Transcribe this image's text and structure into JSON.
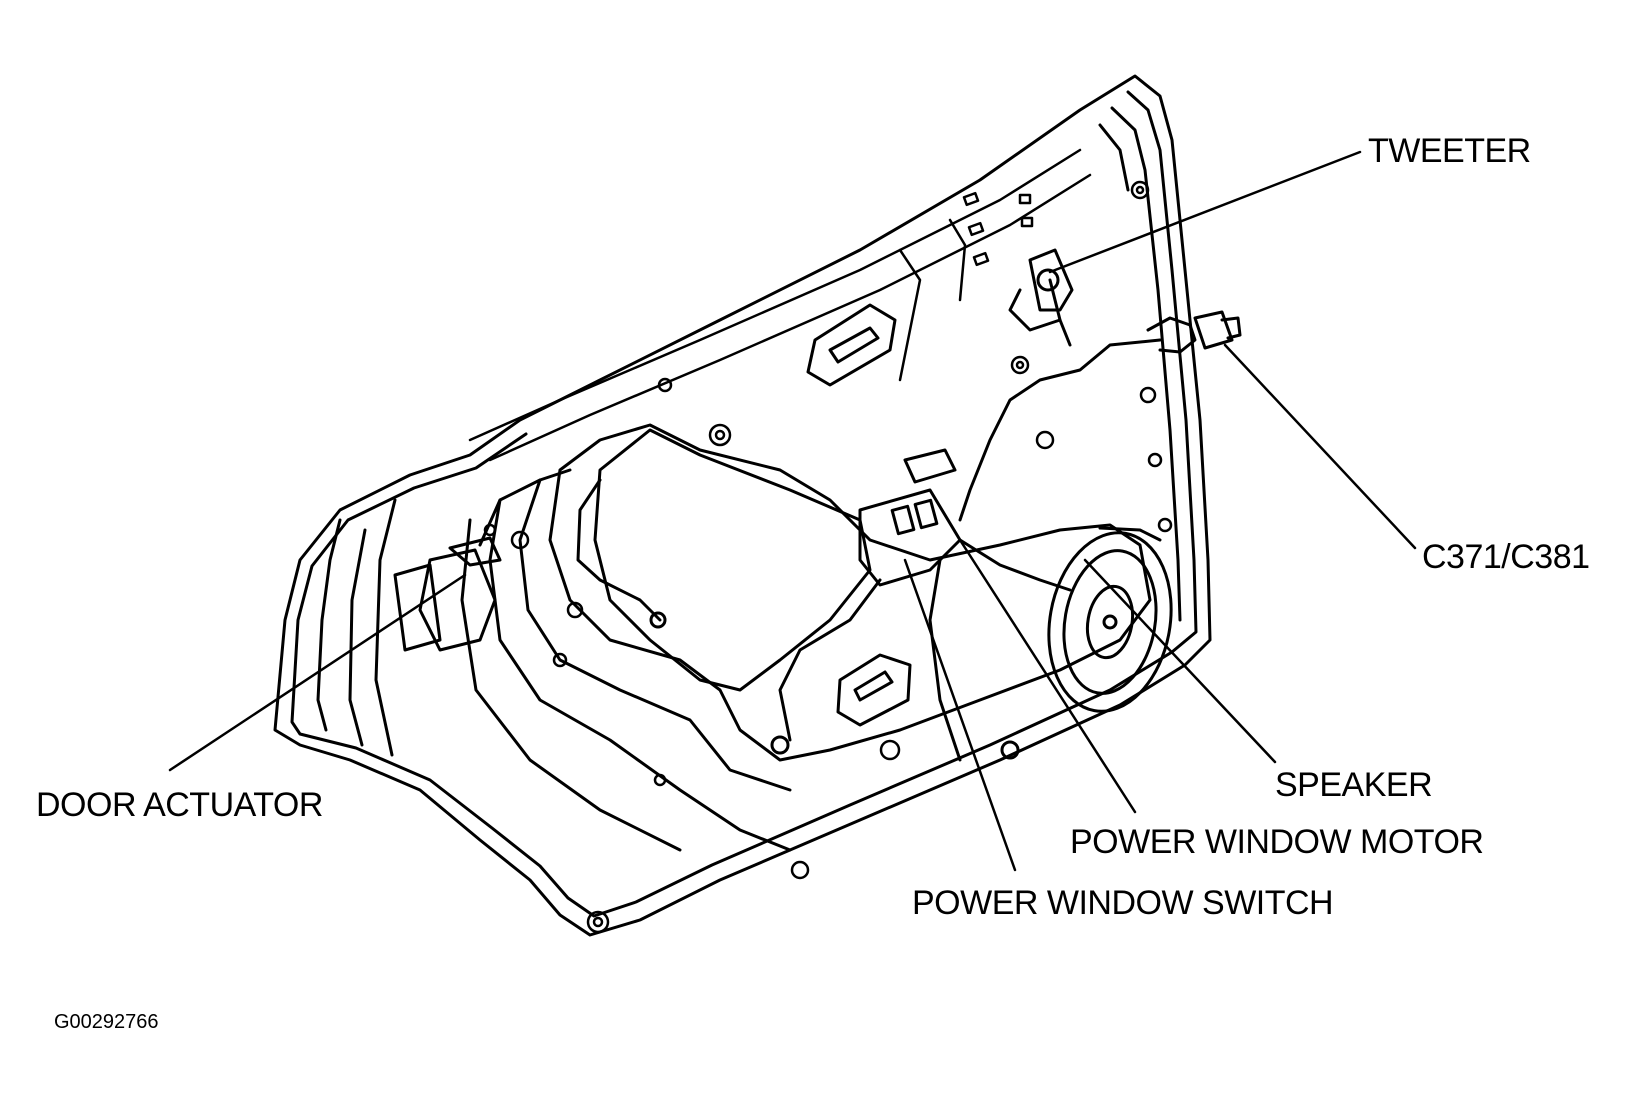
{
  "labels": {
    "tweeter": "TWEETER",
    "connector": "C371/C381",
    "door_actuator": "DOOR ACTUATOR",
    "speaker": "SPEAKER",
    "power_window_motor": "POWER WINDOW MOTOR",
    "power_window_switch": "POWER WINDOW SWITCH"
  },
  "figure_id": "G00292766",
  "colors": {
    "ink": "#000000",
    "background": "#ffffff"
  }
}
